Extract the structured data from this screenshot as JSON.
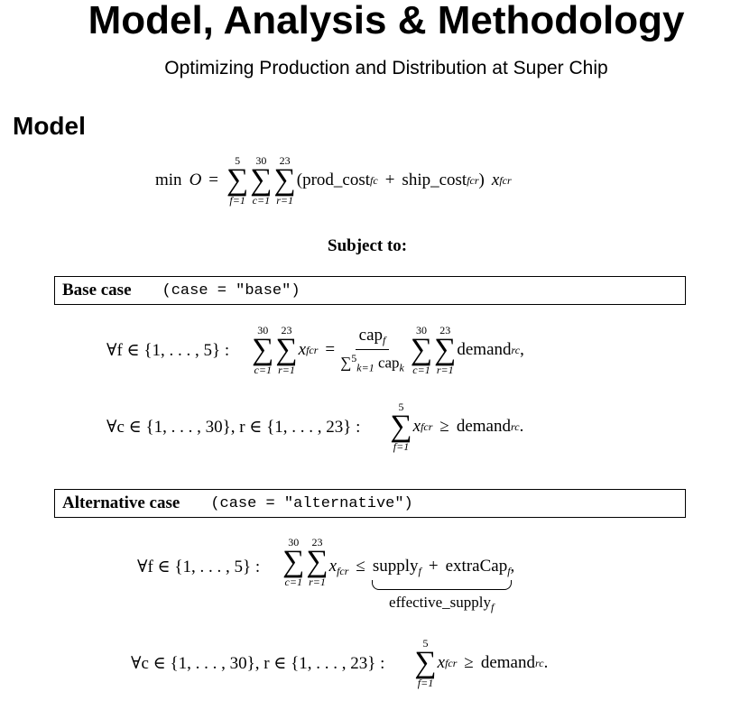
{
  "title": "Model, Analysis & Methodology",
  "subtitle": "Optimizing Production and Distribution at Super Chip",
  "section": "Model",
  "sym": {
    "sigma": "∑",
    "forall": "∀",
    "in": "∈",
    "geq": "≥",
    "leq": "≤",
    "eq": "=",
    "plus": "+",
    "colon": ":",
    "comma": ","
  },
  "objective": {
    "min": "min",
    "O": "O",
    "eq": "=",
    "s1": {
      "up": "5",
      "low": "f=1"
    },
    "s2": {
      "up": "30",
      "low": "c=1"
    },
    "s3": {
      "up": "23",
      "low": "r=1"
    },
    "lp": "(",
    "prod": "prod_cost",
    "prod_sub": "fc",
    "plus": "+",
    "ship": "ship_cost",
    "ship_sub": "fcr",
    "rp": ")",
    "x": "x",
    "x_sub": "fcr"
  },
  "subject_to": "Subject to:",
  "base": {
    "label": "Base case",
    "code": "(case = \"base\")",
    "c1": {
      "quant": "∀f ∈ {1, . . . , 5} :",
      "s1": {
        "up": "30",
        "low": "c=1"
      },
      "s2": {
        "up": "23",
        "low": "r=1"
      },
      "x": "x",
      "x_sub": "fcr",
      "eq": "=",
      "num": "cap",
      "num_sub": "f",
      "den": "∑",
      "den_sub": "k=1",
      "den_sup": "5",
      "den_cap": "cap",
      "den_cap_sub": "k",
      "s3": {
        "up": "30",
        "low": "c=1"
      },
      "s4": {
        "up": "23",
        "low": "r=1"
      },
      "demand": "demand",
      "demand_sub": "rc",
      "end": ","
    },
    "c2": {
      "quant": "∀c ∈ {1, . . . , 30},  r ∈ {1, . . . , 23} :",
      "s1": {
        "up": "5",
        "low": "f=1"
      },
      "x": "x",
      "x_sub": "fcr",
      "rel": "≥",
      "demand": "demand",
      "demand_sub": "rc",
      "end": "."
    }
  },
  "alt": {
    "label": "Alternative case",
    "code": "(case = \"alternative\")",
    "c1": {
      "quant": "∀f ∈ {1, . . . , 5} :",
      "s1": {
        "up": "30",
        "low": "c=1"
      },
      "s2": {
        "up": "23",
        "low": "r=1"
      },
      "x": "x",
      "x_sub": "fcr",
      "rel": "≤",
      "supply": "supply",
      "supply_sub": "f",
      "plus": "+",
      "extra": "extraCap",
      "extra_sub": "f",
      "end": ",",
      "brace_label": "effective_supply",
      "brace_sub": "f"
    },
    "c2": {
      "quant": "∀c ∈ {1, . . . , 30},  r ∈ {1, . . . , 23} :",
      "s1": {
        "up": "5",
        "low": "f=1"
      },
      "x": "x",
      "x_sub": "fcr",
      "rel": "≥",
      "demand": "demand",
      "demand_sub": "rc",
      "end": "."
    }
  }
}
